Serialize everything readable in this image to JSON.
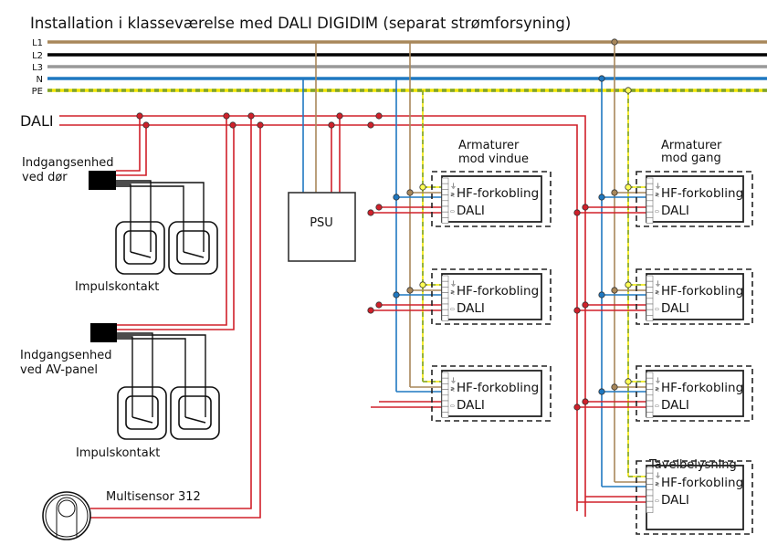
{
  "title": "Installation i klasseværelse med DALI DIGIDIM (separat strømforsyning)",
  "buses": [
    {
      "label": "L1",
      "color": "#a8875a"
    },
    {
      "label": "L2",
      "color": "#000000"
    },
    {
      "label": "L3",
      "color": "#999999"
    },
    {
      "label": "N",
      "color": "#1f78c1"
    },
    {
      "label": "PE",
      "color": "#f2e600",
      "dash_color": "#7fa32e"
    }
  ],
  "dali": {
    "label": "DALI",
    "color": "#d0202a"
  },
  "devices": {
    "door_unit": "Indgangsenhed\nved dør",
    "door_unit_line1": "Indgangsenhed",
    "door_unit_line2": "ved dør",
    "door_switches": "Impulskontakt",
    "av_unit_line1": "Indgangsenhed",
    "av_unit_line2": "ved AV-panel",
    "av_switches": "Impulskontakt",
    "sensor": "Multisensor 312",
    "psu": "PSU"
  },
  "groups": {
    "window_line1": "Armaturer",
    "window_line2": "mod vindue",
    "hall_line1": "Armaturer",
    "hall_line2": "mod gang",
    "board": "Tavelbelysning"
  },
  "ballast": {
    "name": "HF-forkobling",
    "bus": "DALI"
  }
}
